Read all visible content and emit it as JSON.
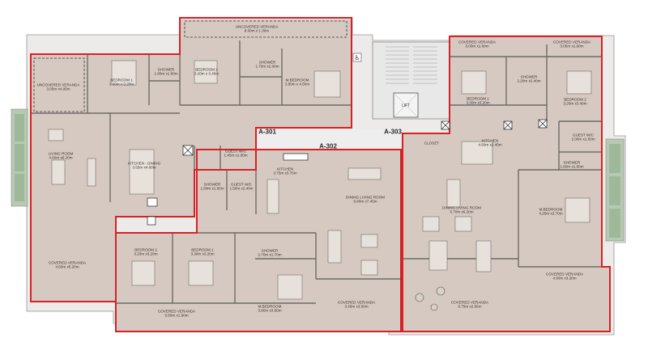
{
  "apartments": [
    {
      "id": "a301",
      "label": "A-301"
    },
    {
      "id": "a302",
      "label": "A-302"
    },
    {
      "id": "a303",
      "label": "A-303"
    }
  ],
  "rooms": {
    "r301_uncovered_veranda": {
      "name": "UNCOVERED VERANDA",
      "dim": "3.05m x4.05m"
    },
    "r301_bedroom1": {
      "name": "BEDROOM 1",
      "dim": "3.40m x 3.20m"
    },
    "r301_shower": {
      "name": "SHOWER",
      "dim": "1.80m x1.60m"
    },
    "r301_bedroom2": {
      "name": "BEDROOM 2",
      "dim": "3.20m x 3.40m"
    },
    "r301_shower2": {
      "name": "SHOWER",
      "dim": "1.70m x2.00m"
    },
    "r301_mbedroom": {
      "name": "M.BEDROOM",
      "dim": "3.80m x 4.50m"
    },
    "r301_uncov_top": {
      "name": "UNCOVERED VERANDA",
      "dim": "8.00m x 1.30m"
    },
    "r301_living": {
      "name": "LIVING ROOM",
      "dim": "4.60m x6.20m"
    },
    "r301_kitchen": {
      "name": "KITCHEN - DINING",
      "dim": "3.55m x4.80m"
    },
    "r301_guestwc": {
      "name": "GUEST W/C",
      "dim": "1.45m x1.60m"
    },
    "r301_covered": {
      "name": "COVERED VERANDA",
      "dim": "4.60m x5.20m"
    },
    "r302_shower_a": {
      "name": "SHOWER",
      "dim": "1.80m x1.60m"
    },
    "r302_guestwc": {
      "name": "GUEST W/C",
      "dim": "1.50m x2.40m"
    },
    "r302_kitchen": {
      "name": "KITCHEN",
      "dim": "3.75m x3.70m"
    },
    "r302_dining": {
      "name": "DINING LIVING ROOM",
      "dim": "6.80m x7.45m"
    },
    "r302_bedroom2": {
      "name": "BEDROOM 2",
      "dim": "3.25m x3.20m"
    },
    "r302_bedroom1": {
      "name": "BEDROOM 1",
      "dim": "3.30m x3.20m"
    },
    "r302_shower": {
      "name": "SHOWER",
      "dim": "2.70m x1.70m"
    },
    "r302_mbedroom": {
      "name": "M.BEDROOM",
      "dim": "3.60m x3.60m"
    },
    "r302_cov_left": {
      "name": "COVERED VERANDA",
      "dim": "6.80m x1.60m"
    },
    "r302_cov_right": {
      "name": "COVERED VERANDA",
      "dim": "3.45m x3.50m"
    },
    "r303_cov_a": {
      "name": "COVERED VERANDA",
      "dim": "3.00m x1.60m"
    },
    "r303_cov_b": {
      "name": "COVERED VERANDA",
      "dim": "3.05m x1.60m"
    },
    "r303_bedroom1": {
      "name": "BEDROOM 1",
      "dim": "3.30m x3.20m"
    },
    "r303_shower": {
      "name": "SHOWER",
      "dim": "2.20m x2.40m"
    },
    "r303_bedroom2": {
      "name": "BEDROOM 2",
      "dim": "3.20m x3.40m"
    },
    "r303_kitchen": {
      "name": "KITCHEN",
      "dim": "4.50m x2.40m"
    },
    "r303_guestwc": {
      "name": "GUEST W/C",
      "dim": "2.00m x1.60m"
    },
    "r303_shower2": {
      "name": "SHOWER",
      "dim": "1.60m x1.60m"
    },
    "r303_dining": {
      "name": "DINING LIVING ROOM",
      "dim": "5.70m x6.20m"
    },
    "r303_mbedroom": {
      "name": "M.BEDROOM",
      "dim": "4.20m x3.70m"
    },
    "r303_cov_big": {
      "name": "COVERED VERANDA",
      "dim": "4.90m x3.20m"
    },
    "r303_cov_bottom": {
      "name": "COVERED VERANDA",
      "dim": "6.75m x2.95m"
    }
  },
  "core": {
    "lift_label": "LIFT",
    "closet_label": "CLOSET"
  },
  "colors": {
    "floor": "#d6c9c1",
    "outline": "#d62226",
    "wall": "#6f6b68",
    "background": "#ffffff",
    "glass": "#9fb89a"
  }
}
